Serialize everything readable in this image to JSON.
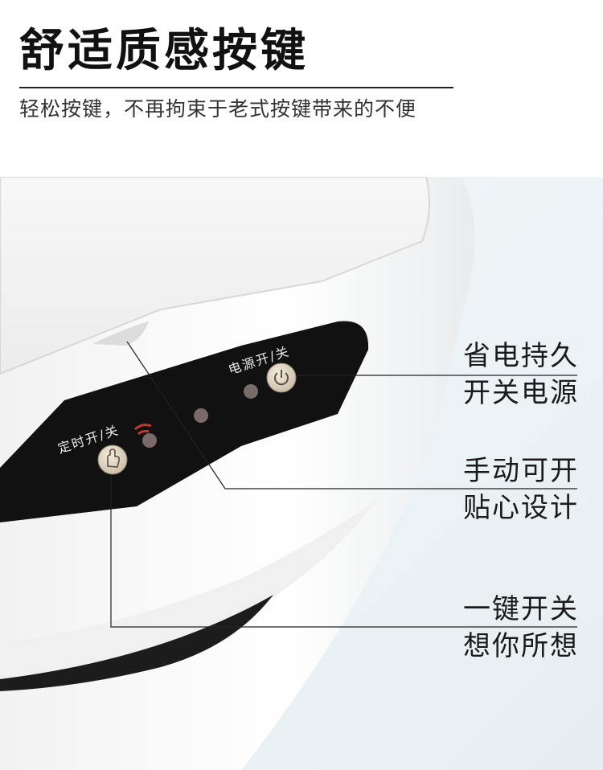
{
  "header": {
    "title": "舒适质感按键",
    "subtitle": "轻松按键，不再拘束于老式按键带来的不便"
  },
  "panel": {
    "power_label": "电源开/关",
    "timer_label": "定时开/关"
  },
  "features": [
    {
      "line1": "省电持久",
      "line2": "开关电源"
    },
    {
      "line1": "手动可开",
      "line2": "贴心设计"
    },
    {
      "line1": "一键开关",
      "line2": "想你所想"
    }
  ],
  "colors": {
    "panel": "#111111",
    "button": "#e6dccb",
    "indicator": "#7a6a6a",
    "wifi_icon": "#c0392b",
    "background_right": "#eef3f6"
  }
}
